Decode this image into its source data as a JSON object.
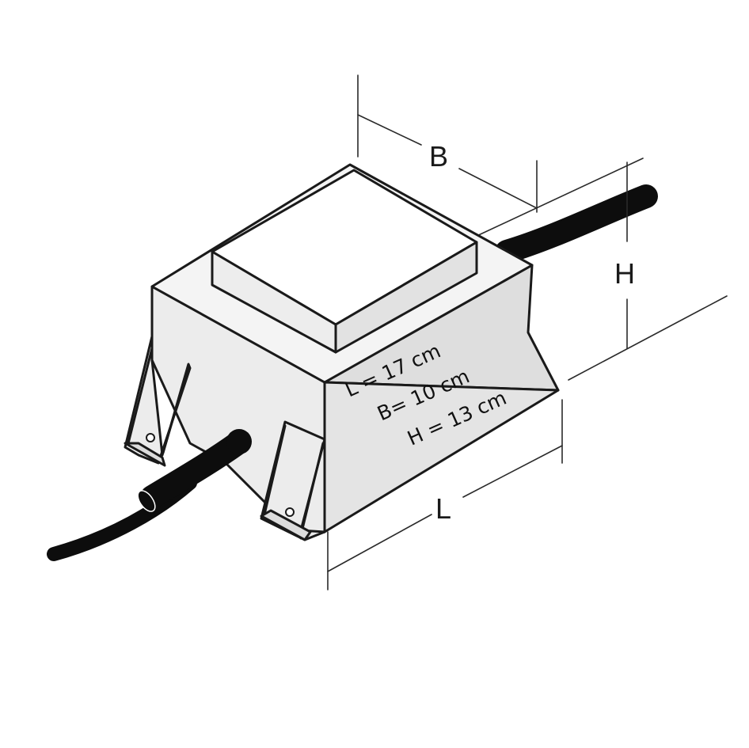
{
  "dimension_labels": {
    "length": "L",
    "breadth": "B",
    "height": "H"
  },
  "specs": [
    "L = 17 cm",
    "B= 10 cm",
    "H = 13 cm"
  ],
  "colors": {
    "body_top": "#f2f2f2",
    "body_front": "#e8e8e8",
    "body_side": "#dedede",
    "cable": "#0d0d0d",
    "line": "#1a1a1a"
  }
}
